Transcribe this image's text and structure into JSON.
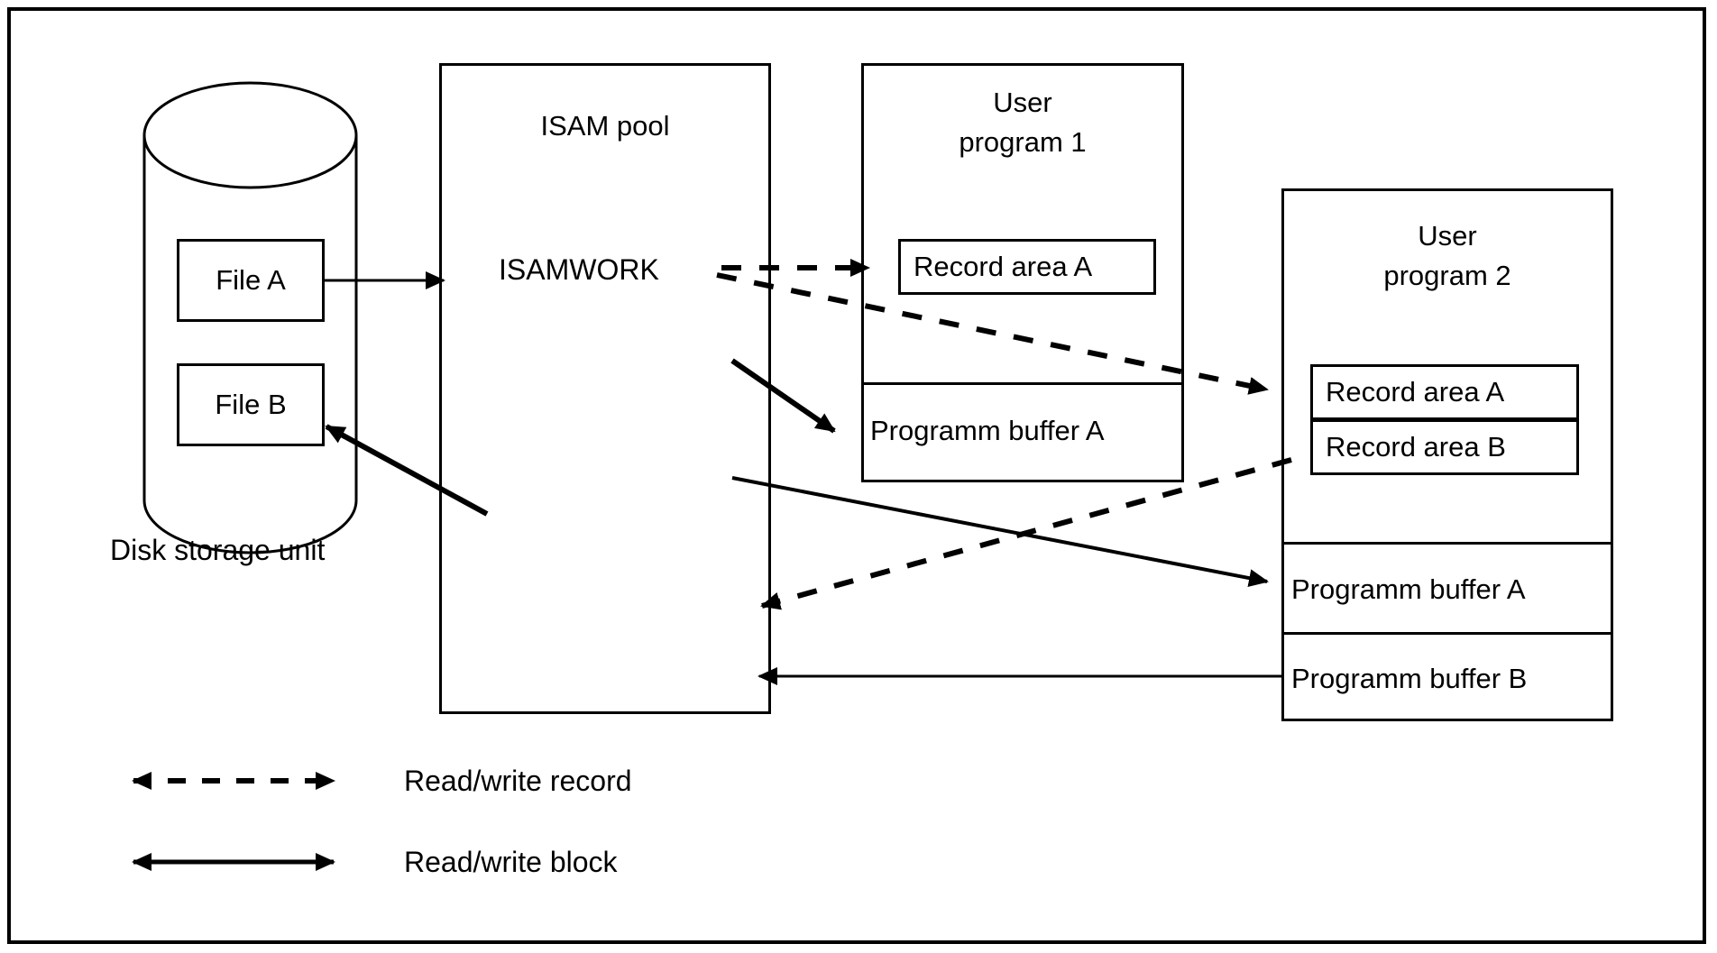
{
  "diagram": {
    "title_visible": false,
    "stroke_color": "#000000",
    "background_color": "#ffffff",
    "disk": {
      "label": "Disk storage unit",
      "files": [
        {
          "label": "File A"
        },
        {
          "label": "File B"
        }
      ]
    },
    "isam_pool": {
      "title": "ISAM pool",
      "work_label": "ISAMWORK"
    },
    "user_program_1": {
      "title_line_1": "User",
      "title_line_2": "program 1",
      "record_areas": [
        {
          "label": "Record area A"
        }
      ],
      "buffers": [
        {
          "label": "Programm buffer A"
        }
      ]
    },
    "user_program_2": {
      "title_line_1": "User",
      "title_line_2": "program 2",
      "record_areas": [
        {
          "label": "Record area A"
        },
        {
          "label": "Record area B"
        }
      ],
      "buffers": [
        {
          "label": "Programm buffer A"
        },
        {
          "label": "Programm buffer B"
        }
      ]
    },
    "legend": [
      {
        "style": "dashed",
        "label": "Read/write record"
      },
      {
        "style": "solid",
        "label": "Read/write block"
      }
    ]
  }
}
